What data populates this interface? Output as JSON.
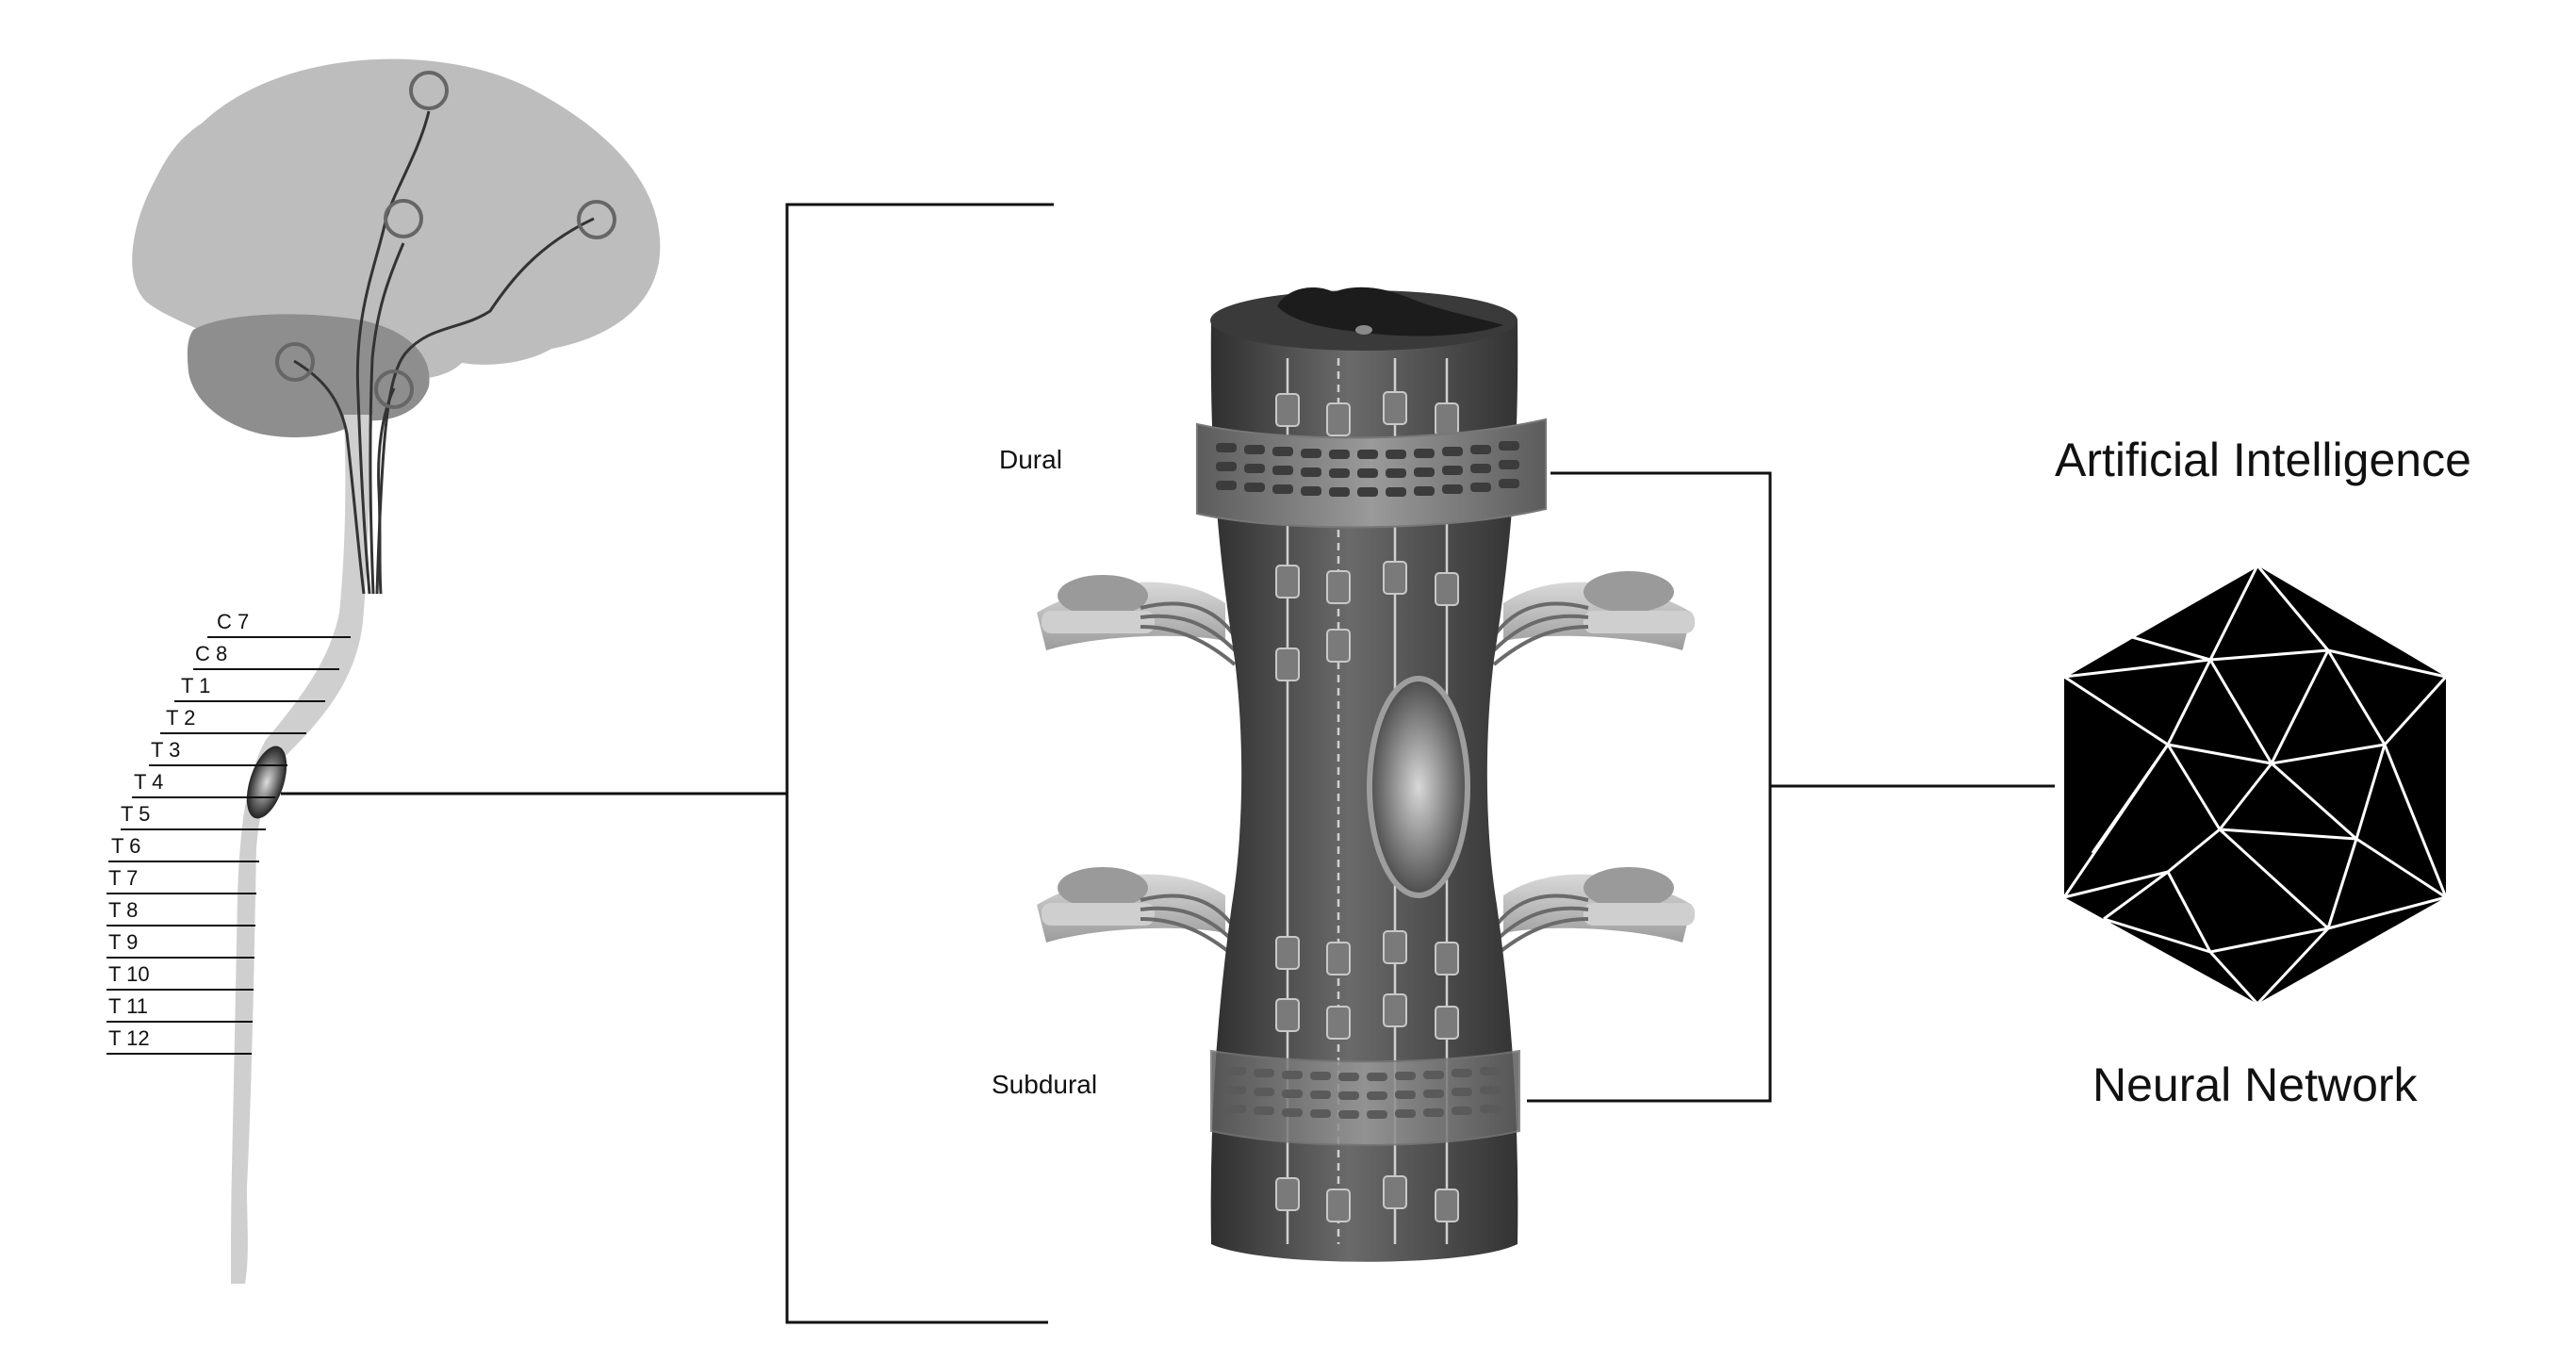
{
  "segments": [
    "C 7",
    "C 8",
    "T 1",
    "T 2",
    "T 3",
    "T 4",
    "T 5",
    "T 6",
    "T 7",
    "T 8",
    "T 9",
    "T 10",
    "T 11",
    "T 12"
  ],
  "labels": {
    "dural": "Dural",
    "subdural": "Subdural",
    "ai": "Artificial Intelligence",
    "nn": "Neural Network"
  },
  "colors": {
    "brain": "#bdbdbd",
    "cerebellum": "#8e8e8e",
    "spinal_cord": "#cfcfcf",
    "cylinder": "#4a4a4a",
    "network": "#000000",
    "lines": "#111111"
  }
}
